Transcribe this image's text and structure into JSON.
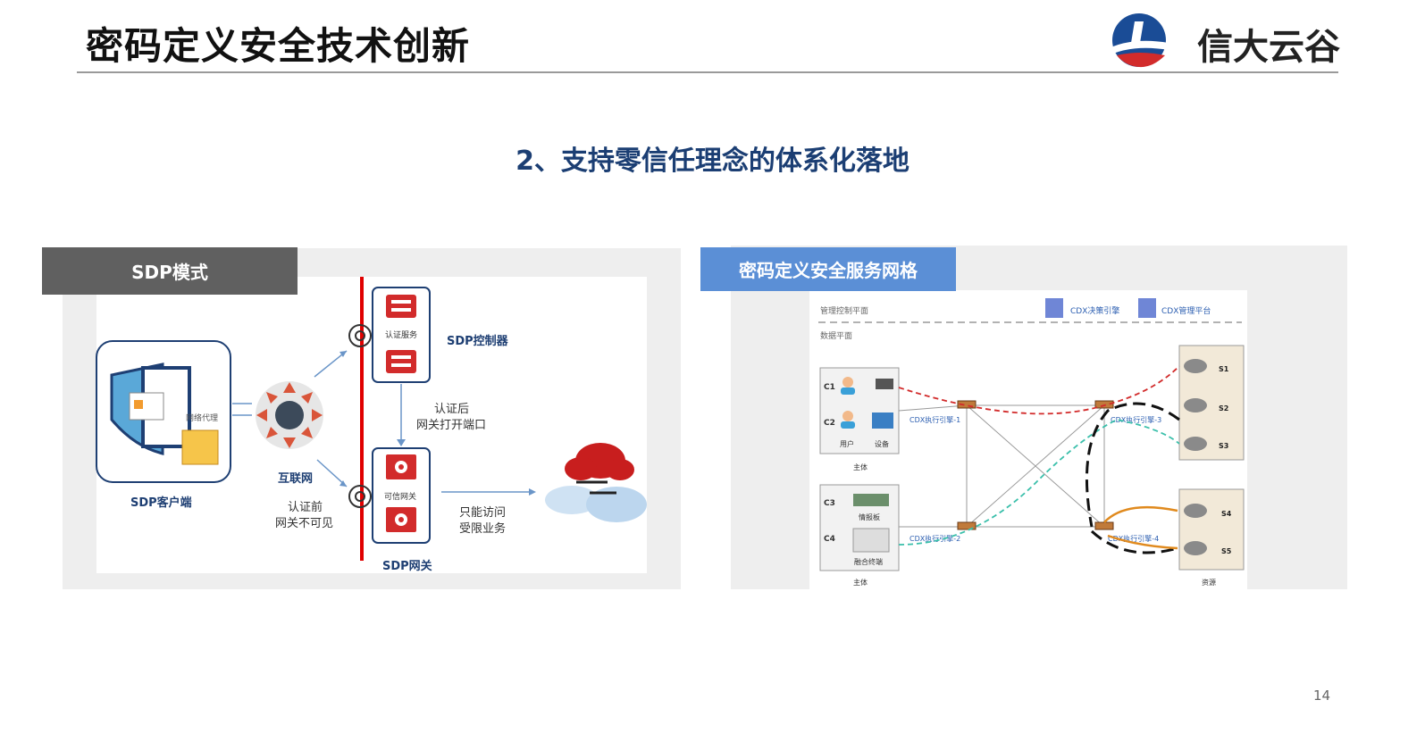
{
  "header": {
    "title": "密码定义安全技术创新",
    "logo_text": "信大云谷"
  },
  "subtitle": "2、支持零信任理念的体系化落地",
  "page_number": "14",
  "left_panel": {
    "header": "SDP模式",
    "client_label": "SDP客户端",
    "proxy_label": "网络代理",
    "internet_label": "互联网",
    "before_auth": [
      "认证前",
      "网关不可见"
    ],
    "controller_label": "SDP控制器",
    "auth_service": "认证服务",
    "after_auth": [
      "认证后",
      "网关打开端口"
    ],
    "trusted_gw": "可信网关",
    "gateway_label": "SDP网关",
    "limited_access": [
      "只能访问",
      "受限业务"
    ]
  },
  "right_panel": {
    "header": "密码定义安全服务网格",
    "mgmt_plane": "管理控制平面",
    "data_plane": "数据平面",
    "cdx_decision": "CDX决策引擎",
    "cdx_mgmt": "CDX管理平台",
    "subjects": [
      "C1",
      "C2",
      "C3",
      "C4"
    ],
    "user": "用户",
    "device": "设备",
    "subject": "主体",
    "intel_board": "情报板",
    "fusion_terminal": "融合终端",
    "engines": [
      "CDX执行引擎-1",
      "CDX执行引擎-2",
      "CDX执行引擎-3",
      "CDX执行引擎-4"
    ],
    "resources": [
      "S1",
      "S2",
      "S3",
      "S4",
      "S5"
    ],
    "resource_label": "资源"
  },
  "colors": {
    "title_blue": "#1b3e73",
    "left_header": "#606060",
    "right_header": "#5b8fd6",
    "red_line": "#e00000"
  }
}
